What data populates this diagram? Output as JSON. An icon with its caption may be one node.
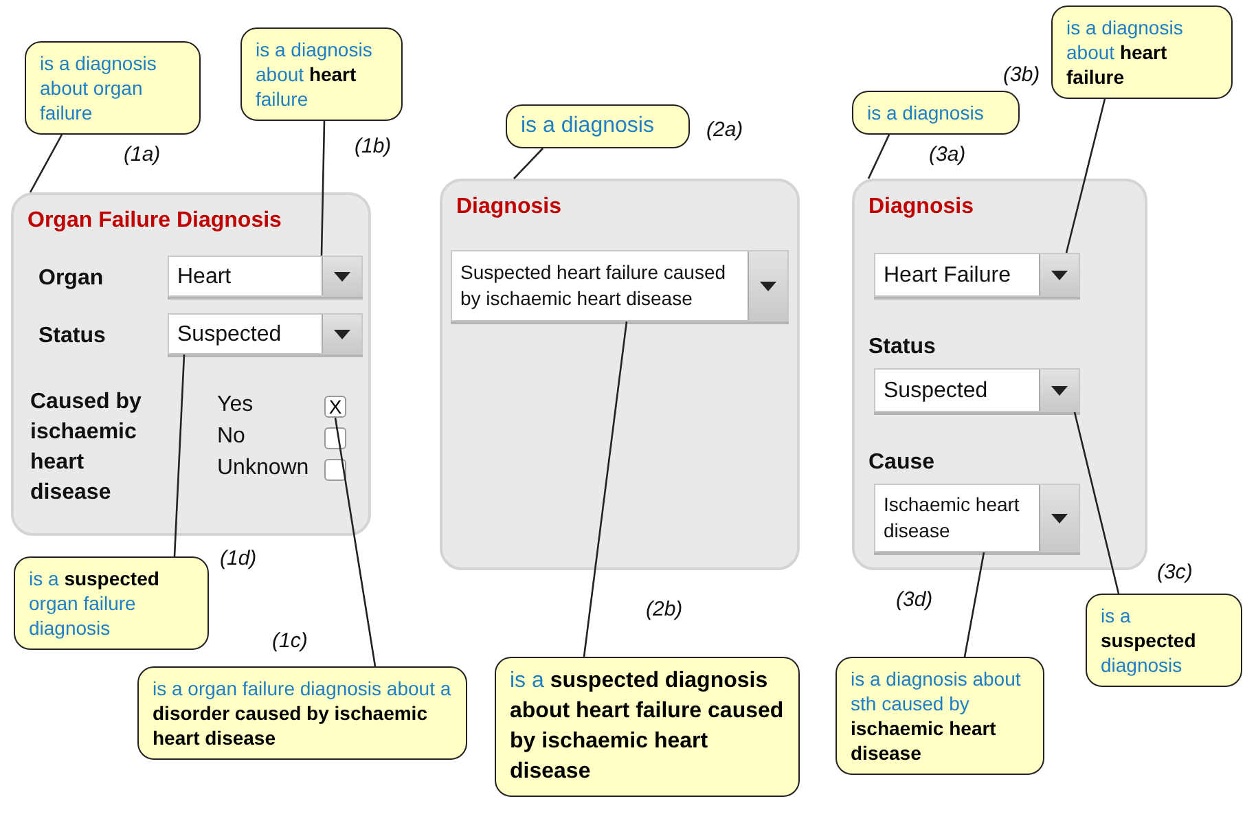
{
  "diagram": {
    "nodes": [
      {
        "text": [
          "Organ Failure Diagnosis"
        ]
      },
      {
        "text": [
          "Heart"
        ],
        "in": 0
      },
      {
        "text": [
          "Suspected"
        ],
        "in": 0
      },
      {
        "text": [
          "X"
        ],
        "in": 0
      },
      {
        "text": [
          "is a diagnosis about organ failure"
        ],
        "beside": [
          "(1a)"
        ]
      },
      {
        "text": [
          "is a diagnosis about **heart** failure"
        ],
        "beside": [
          "(1b)"
        ]
      },
      {
        "text": [
          "is a **suspected** organ failure diagnosis"
        ],
        "beside": [
          "(1d)"
        ]
      },
      {
        "text": [
          "is a organ failure diagnosis about a **disorder caused by ischaemic heart disease**"
        ],
        "beside": [
          "(1c)"
        ]
      },
      {
        "text": [
          "Diagnosis"
        ]
      },
      {
        "text": [
          "Suspected heart failure caused by ischaemic heart disease"
        ],
        "in": 8
      },
      {
        "text": [
          "is a diagnosis"
        ],
        "beside": [
          "(2a)"
        ]
      },
      {
        "text": [
          "is a **suspected diagnosis about heart failure caused by ischaemic heart disease**"
        ],
        "beside": [
          "(2b)"
        ]
      },
      {
        "text": [
          "Diagnosis"
        ]
      },
      {
        "text": [
          "Heart Failure"
        ],
        "in": 12
      },
      {
        "text": [
          "Suspected"
        ],
        "in": 12
      },
      {
        "text": [
          "Ischaemic heart disease"
        ],
        "in": 12
      },
      {
        "text": [
          "is a diagnosis"
        ],
        "beside": [
          "(3a)"
        ]
      },
      {
        "text": [
          "is a diagnosis about **heart failure**"
        ],
        "beside": [
          "(3b)"
        ]
      },
      {
        "text": [
          "is a **suspected** diagnosis"
        ],
        "beside": [
          "(3c)"
        ]
      },
      {
        "text": [
          "is a diagnosis about sth caused by **ischaemic heart disease**"
        ],
        "beside": [
          "(3d)"
        ]
      },
      {
        "text": [],
        "shape": "box",
        "in": 0
      },
      {
        "text": [],
        "shape": "box",
        "in": 0
      }
    ],
    "edges": [
      {
        "from": 4,
        "to": 0,
        "arrow": "none"
      },
      {
        "from": 5,
        "to": 1,
        "arrow": "none"
      },
      {
        "from": 6,
        "to": 2,
        "arrow": "none"
      },
      {
        "from": 7,
        "to": 3,
        "arrow": "none"
      },
      {
        "from": 10,
        "to": 8,
        "arrow": "none"
      },
      {
        "from": 11,
        "to": 9,
        "arrow": "none"
      },
      {
        "from": 16,
        "to": 12,
        "arrow": "none"
      },
      {
        "from": 17,
        "to": 13,
        "arrow": "none"
      },
      {
        "from": 18,
        "to": 14,
        "arrow": "none"
      },
      {
        "from": 19,
        "to": 15,
        "arrow": "none"
      }
    ],
    "labels": [
      "Organ",
      "Status",
      "Caused by ischaemic heart disease",
      "Yes",
      "No",
      "Unknown",
      "Status",
      "Cause"
    ]
  }
}
